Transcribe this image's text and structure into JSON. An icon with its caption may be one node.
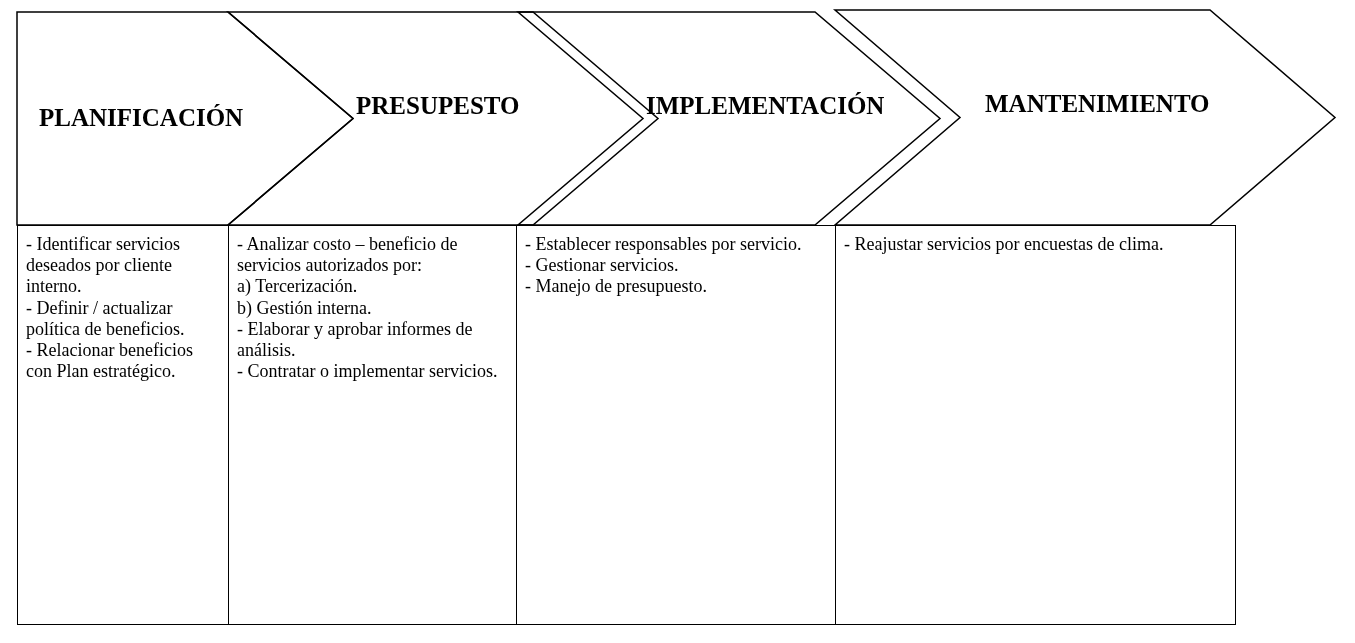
{
  "diagram": {
    "nodes": [
      {
        "text": [
          "PLANIFICACIÓN"
        ]
      },
      {
        "text": [
          "PRESUPESTO"
        ]
      },
      {
        "text": [
          "IMPLEMENTACIÓN"
        ]
      },
      {
        "text": [
          "MANTENIMIENTO"
        ]
      },
      {
        "text": [
          "- Identificar servicios deseados por cliente interno.",
          "- Definir / actualizar política de beneficios.",
          "- Relacionar beneficios con Plan estratégico."
        ]
      },
      {
        "text": [
          "- Analizar costo – beneficio de servicios autorizados por:",
          "a) Tercerización.",
          "b) Gestión interna.",
          "- Elaborar y aprobar informes de análisis.",
          "- Contratar o implementar servicios."
        ]
      },
      {
        "text": [
          "- Establecer responsables por servicio.",
          "- Gestionar servicios.",
          "- Manejo de presupuesto."
        ]
      },
      {
        "text": [
          "- Reajustar servicios por encuestas de clima."
        ]
      }
    ]
  }
}
